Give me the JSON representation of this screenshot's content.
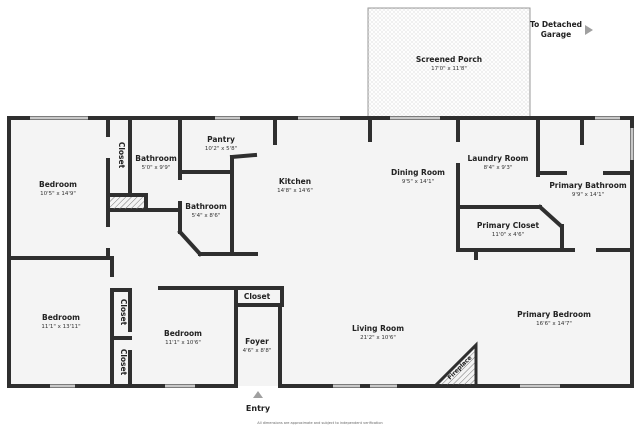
{
  "rooms": {
    "screened_porch": {
      "name": "Screened Porch",
      "dims": "17'0\" x 11'8\""
    },
    "bedroom_1": {
      "name": "Bedroom",
      "dims": "10'5\" x 14'9\""
    },
    "closet_1": {
      "name": "Closet"
    },
    "bathroom_1": {
      "name": "Bathroom",
      "dims": "5'0\" x 9'9\""
    },
    "pantry": {
      "name": "Pantry",
      "dims": "10'2\" x 5'8\""
    },
    "bathroom_2": {
      "name": "Bathroom",
      "dims": "5'4\" x 8'6\""
    },
    "kitchen": {
      "name": "Kitchen",
      "dims": "14'8\" x 14'6\""
    },
    "dining_room": {
      "name": "Dining Room",
      "dims": "9'5\" x 14'1\""
    },
    "laundry_room": {
      "name": "Laundry Room",
      "dims": "8'4\" x 9'3\""
    },
    "primary_bathroom": {
      "name": "Primary Bathroom",
      "dims": "9'9\" x 14'1\""
    },
    "primary_closet": {
      "name": "Primary Closet",
      "dims": "11'0\" x 4'6\""
    },
    "bedroom_2": {
      "name": "Bedroom",
      "dims": "11'1\" x 13'11\""
    },
    "closet_2": {
      "name": "Closet"
    },
    "closet_3": {
      "name": "Closet"
    },
    "bedroom_3": {
      "name": "Bedroom",
      "dims": "11'1\" x 10'6\""
    },
    "closet_4": {
      "name": "Closet"
    },
    "foyer": {
      "name": "Foyer",
      "dims": "4'6\" x 8'8\""
    },
    "living_room": {
      "name": "Living Room",
      "dims": "21'2\" x 10'6\""
    },
    "primary_bedroom": {
      "name": "Primary Bedroom",
      "dims": "16'6\" x 14'7\""
    },
    "fireplace": {
      "name": "Fireplace"
    }
  },
  "labels": {
    "detached_garage": "To Detached Garage",
    "detached_garage_line1": "To Detached",
    "detached_garage_line2": "Garage",
    "entry": "Entry",
    "disclaimer": "All dimensions are approximate and subject to independent verification"
  },
  "colors": {
    "wall": "#2f2f2f",
    "floor": "#f4f4f4",
    "arrow": "#a0a0a0"
  }
}
